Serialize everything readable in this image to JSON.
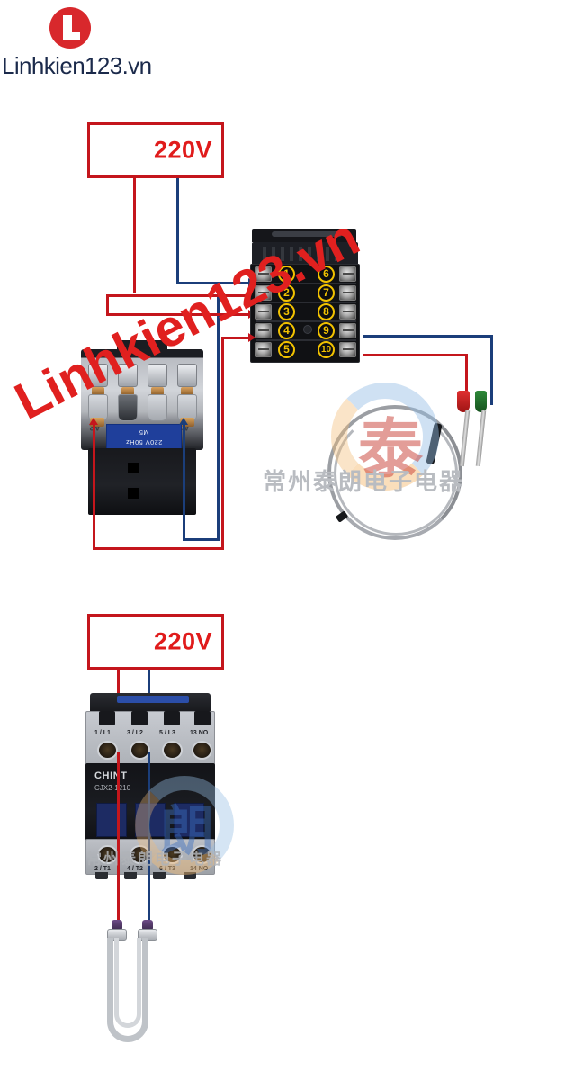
{
  "brand": {
    "logo_letter": "L",
    "logo_text": "Linhkien123.vn",
    "logo_color": "#d8282c",
    "logo_text_color": "#1b2a4b"
  },
  "watermarks": {
    "diagonal": "Linhkien123.vn",
    "diagonal_color": "#e0201f",
    "chinese_main": "常州泰朗电子电器",
    "chinese_secondary": "常州泰朗电子电器",
    "ring_letter_top": "泰",
    "ring_letter_bottom": "朗"
  },
  "power_sources": [
    {
      "name": "top-supply",
      "label": "220V",
      "color": "#e01b1b"
    },
    {
      "name": "bottom-supply",
      "label": "220V",
      "color": "#e01b1b"
    }
  ],
  "controller": {
    "name": "temperature-controller",
    "terminals_left": [
      "1",
      "2",
      "3",
      "4",
      "5"
    ],
    "terminals_right": [
      "6",
      "7",
      "8",
      "9",
      "10"
    ],
    "terminal_color": "#f2c200",
    "wired_terminals": [
      {
        "id": "1",
        "wire": "blue"
      },
      {
        "id": "2",
        "wire": "red"
      },
      {
        "id": "3",
        "wire": "red"
      },
      {
        "id": "4",
        "wire": "red"
      },
      {
        "id": "9",
        "wire": "blue"
      },
      {
        "id": "10",
        "wire": "red"
      }
    ]
  },
  "contactor_mid": {
    "name": "relay-contactor-upper",
    "coil_line1": "M5",
    "coil_line2": "220V 50Hz",
    "coil_color": "#1f3f9b",
    "terminal_left": "A2",
    "terminal_right": "A1"
  },
  "contactor_bottom": {
    "name": "chint-contactor",
    "brand": "CHINT",
    "model": "CJX2-1210",
    "terminals_top": [
      "1 / L1",
      "3 / L2",
      "5 / L3",
      "13 NO"
    ],
    "terminals_bottom": [
      "2 / T1",
      "4 / T2",
      "6 / T3",
      "14 NO"
    ]
  },
  "thermocouple": {
    "name": "thermocouple-probe",
    "plug_positive_color": "#e03030",
    "plug_negative_color": "#2f8a3a"
  },
  "heater": {
    "name": "tubular-heating-element",
    "lead_positive_color": "#c4161c",
    "lead_negative_color": "#1b3e7a"
  },
  "wire_colors": {
    "live": "#c4161c",
    "neutral": "#1b3e7a"
  }
}
